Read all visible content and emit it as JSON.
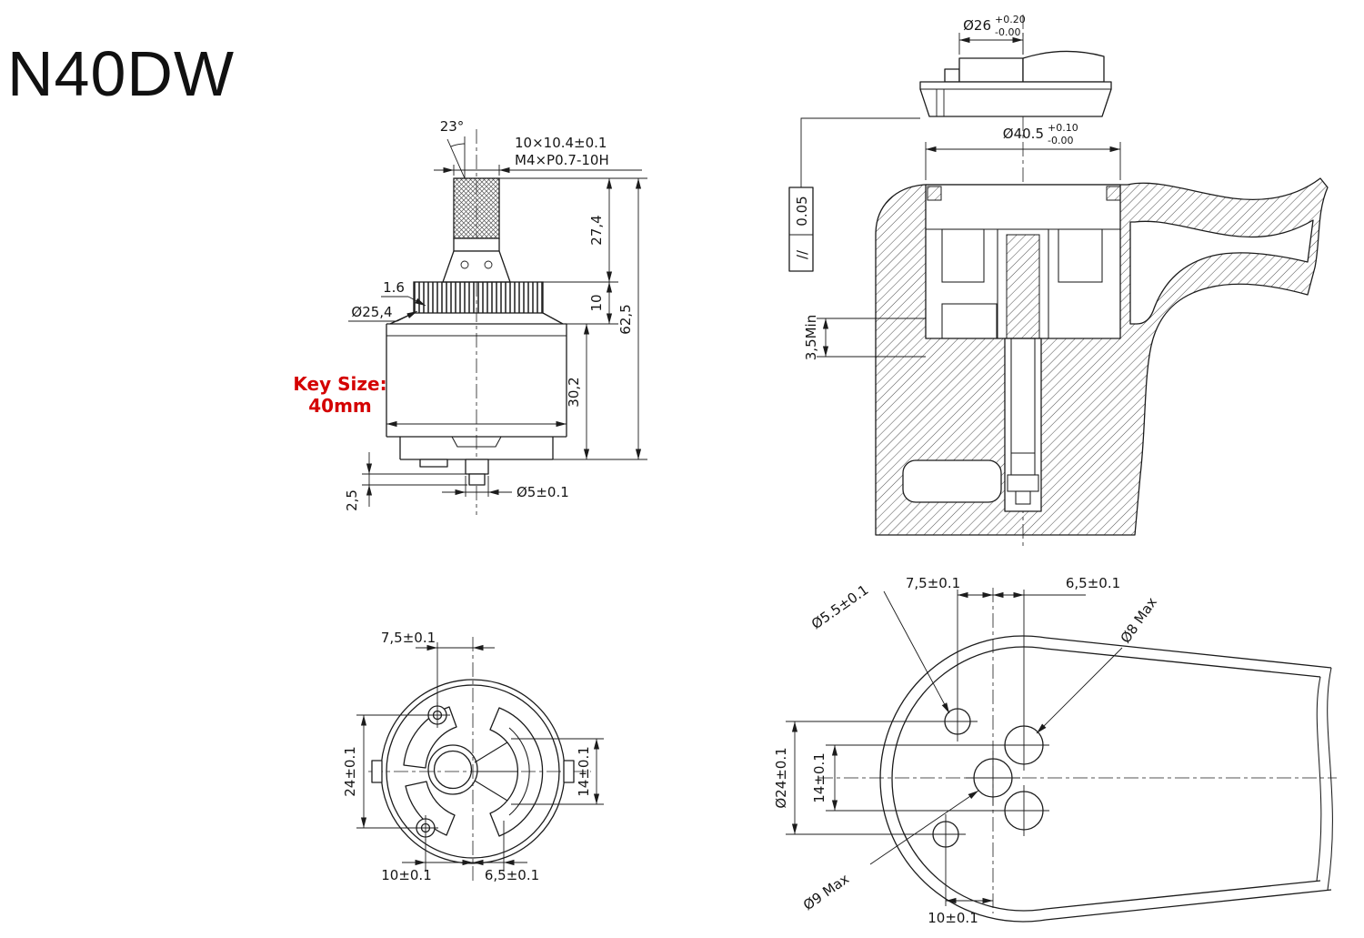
{
  "title": "N40DW",
  "accent_red": "#d40000",
  "side_view": {
    "angle": "23°",
    "stem_dim": "10×10.4±0.1",
    "thread": "M4×P0.7-10H",
    "h_stem": "27,4",
    "h_collar": "10",
    "h_total": "62,5",
    "h_body": "30,2",
    "roughness": "1.6",
    "d_collar": "Ø25,4",
    "key_size_label": "Key Size:",
    "key_size_value": "40mm",
    "d_peg": "Ø5±0.1",
    "h_peg": "2,5"
  },
  "section_view": {
    "d_top": "Ø26",
    "d_top_tol_up": "+0.20",
    "d_top_tol_dn": "-0.00",
    "d_bore": "Ø40.5",
    "d_bore_tol_up": "+0.10",
    "d_bore_tol_dn": "-0.00",
    "parallel_sym": "//",
    "parallel_val": "0.05",
    "depth_min": "3,5Min"
  },
  "bottom_view": {
    "off_top": "7,5±0.1",
    "pitch_posts": "24±0.1",
    "pitch_ports": "14±0.1",
    "off_bottom_left": "10±0.1",
    "off_bottom_right": "6,5±0.1"
  },
  "hole_view": {
    "d_locator": "Ø5.5±0.1",
    "off_left": "7,5±0.1",
    "off_right": "6,5±0.1",
    "d_port": "Ø8 Max",
    "d_circle": "Ø24±0.1",
    "pitch_ports": "14±0.1",
    "d_center": "Ø9 Max",
    "off_bottom": "10±0.1"
  }
}
